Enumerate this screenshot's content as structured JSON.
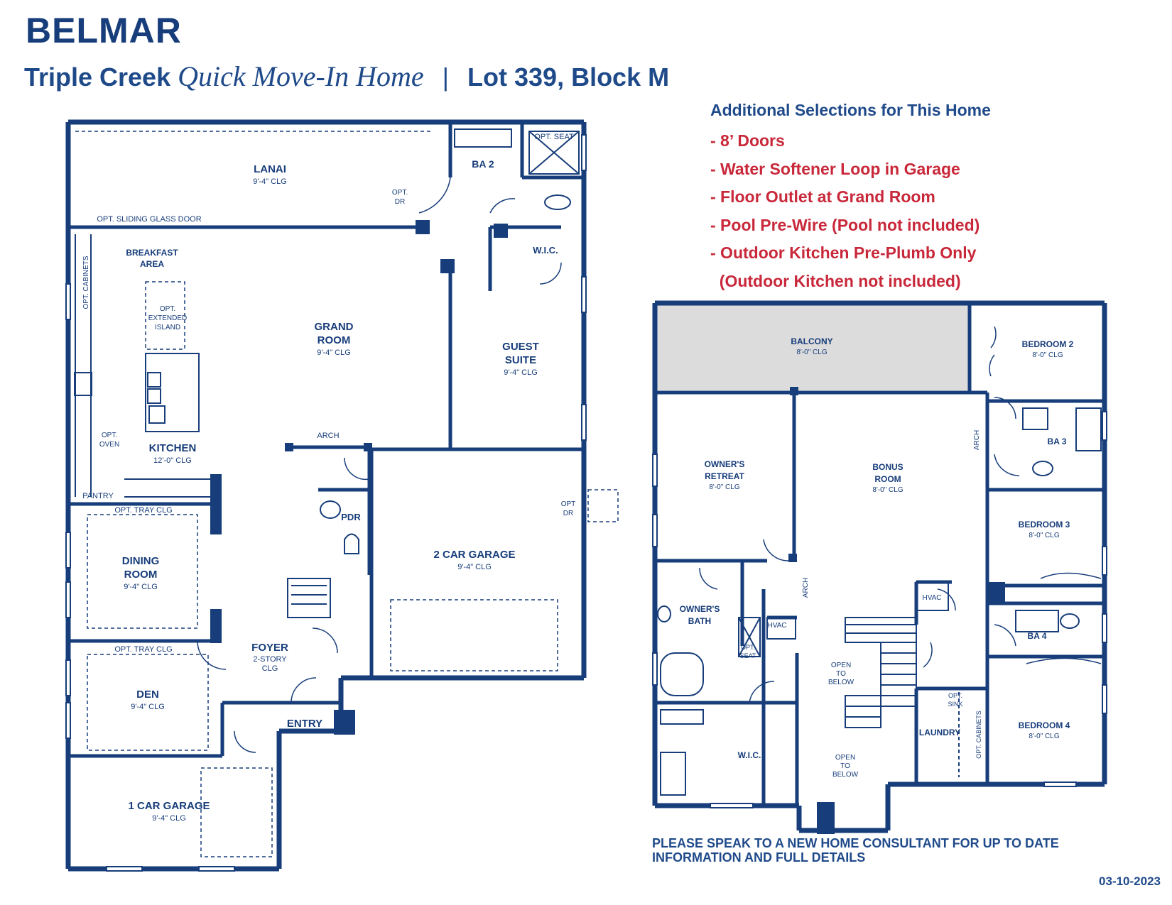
{
  "header": {
    "title": "BELMAR",
    "community": "Triple Creek",
    "home_type": "Quick Move-In Home",
    "separator": "|",
    "lot": "Lot 339, Block M"
  },
  "selections": {
    "heading": "Additional Selections for This Home",
    "items": [
      "- 8’ Doors",
      "- Water Softener Loop in Garage",
      "- Floor Outlet at Grand Room",
      "- Pool Pre-Wire (Pool not included)",
      "- Outdoor Kitchen Pre-Plumb Only",
      "  (Outdoor Kitchen not included)"
    ]
  },
  "first_floor": {
    "rooms": {
      "lanai": {
        "name": "LANAI",
        "ceiling": "9'-4\" CLG"
      },
      "ba2": {
        "name": "BA 2"
      },
      "opt_seat": {
        "name": "OPT. SEAT"
      },
      "opt_dr_top": {
        "name": "OPT.",
        "name2": "DR"
      },
      "wic": {
        "name": "W.I.C."
      },
      "opt_sliding": {
        "name": "OPT. SLIDING GLASS DOOR"
      },
      "breakfast": {
        "name": "BREAKFAST",
        "name2": "AREA"
      },
      "opt_cabinets": {
        "name": "OPT. CABINETS"
      },
      "opt_island": {
        "name": "OPT.",
        "name2": "EXTENDED",
        "name3": "ISLAND"
      },
      "grand_room": {
        "name": "GRAND",
        "name2": "ROOM",
        "ceiling": "9'-4\" CLG"
      },
      "guest_suite": {
        "name": "GUEST",
        "name2": "SUITE",
        "ceiling": "9'-4\" CLG"
      },
      "opt_oven": {
        "name": "OPT.",
        "name2": "OVEN"
      },
      "kitchen": {
        "name": "KITCHEN",
        "ceiling": "12'-0\" CLG"
      },
      "arch": {
        "name": "ARCH"
      },
      "pantry": {
        "name": "PANTRY"
      },
      "opt_tray_1": {
        "name": "OPT. TRAY CLG"
      },
      "pdr": {
        "name": "PDR"
      },
      "opt_dr_garage": {
        "name": "OPT",
        "name2": "DR"
      },
      "dining": {
        "name": "DINING",
        "name2": "ROOM",
        "ceiling": "9'-4\" CLG"
      },
      "garage2": {
        "name": "2 CAR GARAGE",
        "ceiling": "9'-4\" CLG"
      },
      "opt_tray_2": {
        "name": "OPT. TRAY CLG"
      },
      "foyer": {
        "name": "FOYER",
        "ceiling": "2-STORY",
        "ceiling2": "CLG"
      },
      "den": {
        "name": "DEN",
        "ceiling": "9'-4\" CLG"
      },
      "entry": {
        "name": "ENTRY"
      },
      "garage1": {
        "name": "1 CAR GARAGE",
        "ceiling": "9'-4\" CLG"
      }
    }
  },
  "second_floor": {
    "rooms": {
      "balcony": {
        "name": "BALCONY",
        "ceiling": "8'-0\" CLG"
      },
      "bedroom2": {
        "name": "BEDROOM 2",
        "ceiling": "8'-0\" CLG"
      },
      "ba3": {
        "name": "BA 3"
      },
      "arch_right": {
        "name": "ARCH"
      },
      "owners_retreat": {
        "name": "OWNER'S",
        "name2": "RETREAT",
        "ceiling": "8'-0\" CLG"
      },
      "bonus": {
        "name": "BONUS",
        "name2": "ROOM",
        "ceiling": "8'-0\" CLG"
      },
      "bedroom3": {
        "name": "BEDROOM 3",
        "ceiling": "8'-0\" CLG"
      },
      "owners_bath": {
        "name": "OWNER'S",
        "name2": "BATH"
      },
      "hvac1": {
        "name": "HVAC"
      },
      "hvac2": {
        "name": "HVAC"
      },
      "arch_mid": {
        "name": "ARCH"
      },
      "ba4": {
        "name": "BA 4"
      },
      "opt_seat2": {
        "name": "OPT.",
        "name2": "SEAT"
      },
      "open_below_1": {
        "name": "OPEN",
        "name2": "TO",
        "name3": "BELOW"
      },
      "opt_sink": {
        "name": "OPT.",
        "name2": "SINK"
      },
      "bedroom4": {
        "name": "BEDROOM 4",
        "ceiling": "8'-0\" CLG"
      },
      "laundry": {
        "name": "LAUNDRY"
      },
      "opt_cabinets2": {
        "name": "OPT. CABINETS"
      },
      "wic2": {
        "name": "W.I.C."
      },
      "open_below_2": {
        "name": "OPEN",
        "name2": "TO",
        "name3": "BELOW"
      }
    }
  },
  "footer": {
    "disclaimer_line1": "PLEASE SPEAK TO A NEW HOME CONSULTANT FOR UP TO DATE",
    "disclaimer_line2": "INFORMATION AND FULL DETAILS",
    "date": "03-10-2023"
  },
  "colors": {
    "wall": "#173d7a",
    "accent_red": "#c8283a",
    "balcony_fill": "#dcdcdc"
  }
}
